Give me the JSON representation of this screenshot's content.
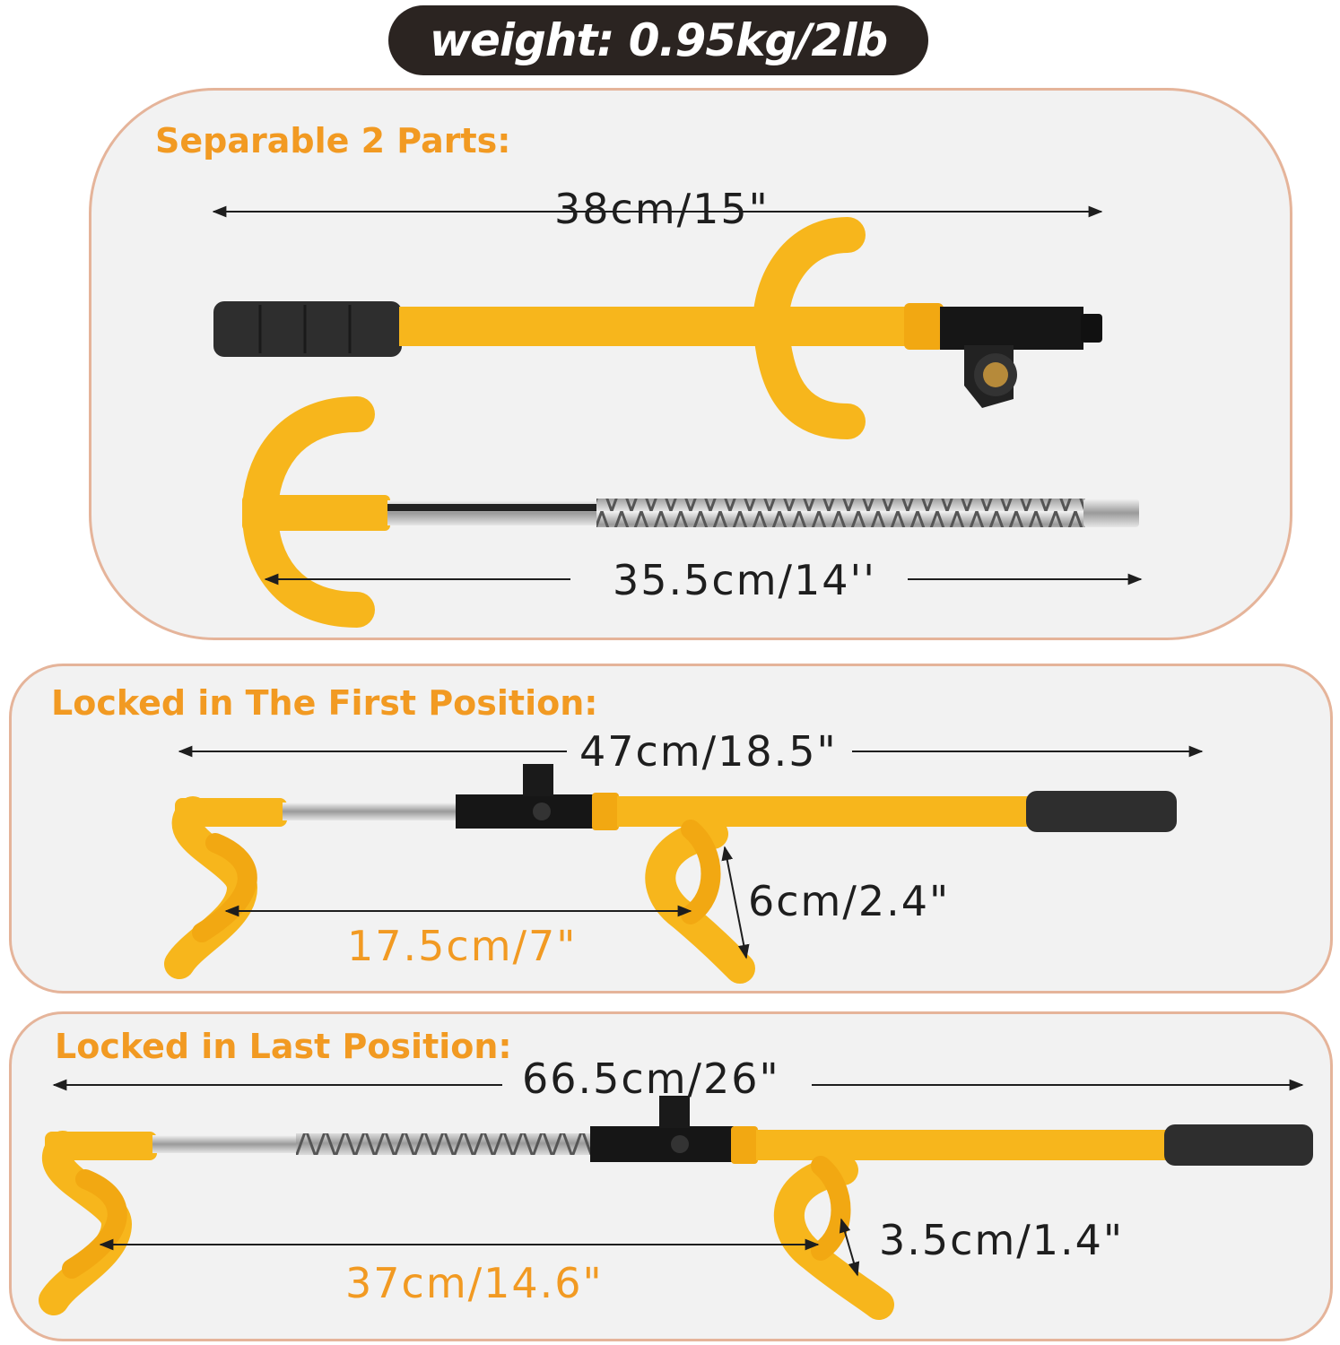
{
  "weight_badge": "weight: 0.95kg/2lb",
  "panels": {
    "separable": {
      "heading": "Separable 2 Parts:",
      "top_length": "38cm/15\"",
      "bottom_length": "35.5cm/14''"
    },
    "first_position": {
      "heading": "Locked in The First Position:",
      "total_length": "47cm/18.5\"",
      "hook_span": "17.5cm/7\"",
      "hook_depth": "6cm/2.4\""
    },
    "last_position": {
      "heading": "Locked in Last Position:",
      "total_length": "66.5cm/26\"",
      "hook_span": "37cm/14.6\"",
      "hook_depth": "3.5cm/1.4\""
    }
  },
  "colors": {
    "accent_orange": "#f29a22",
    "lock_yellow": "#f7b61c",
    "grip_black": "#2e2e2e",
    "panel_border": "#e5b49a"
  }
}
